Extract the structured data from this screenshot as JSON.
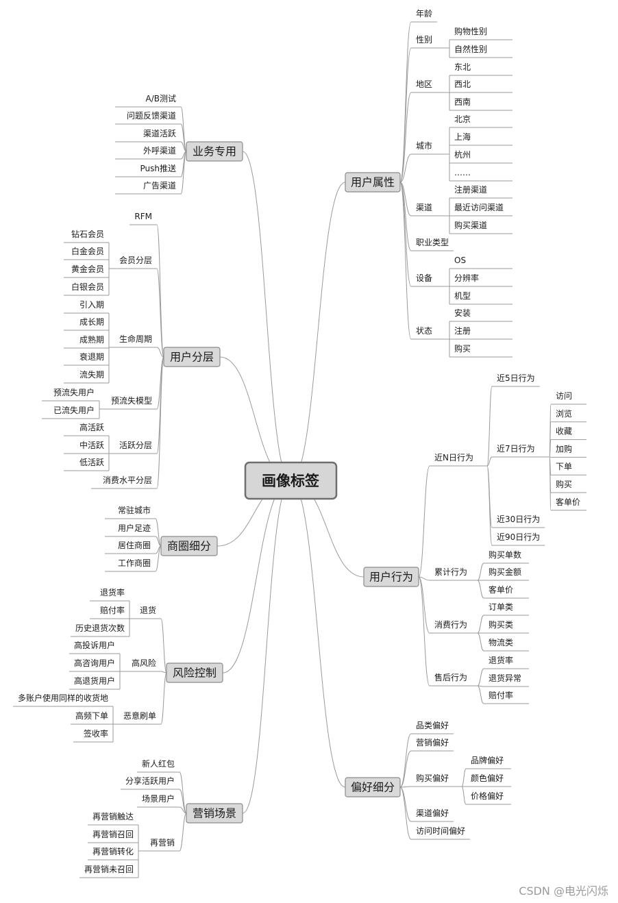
{
  "title": "画像标签",
  "watermark": "CSDN @电光闪烁",
  "branches": {
    "user_attr": {
      "label": "用户属性",
      "children": [
        {
          "label": "年龄",
          "children": []
        },
        {
          "label": "性别",
          "children": [
            {
              "label": "购物性别"
            },
            {
              "label": "自然性别"
            }
          ]
        },
        {
          "label": "地区",
          "children": [
            {
              "label": "东北"
            },
            {
              "label": "西北"
            },
            {
              "label": "西南"
            }
          ]
        },
        {
          "label": "城市",
          "children": [
            {
              "label": "北京"
            },
            {
              "label": "上海"
            },
            {
              "label": "杭州"
            },
            {
              "label": "……"
            }
          ]
        },
        {
          "label": "渠道",
          "children": [
            {
              "label": "注册渠道"
            },
            {
              "label": "最近访问渠道"
            },
            {
              "label": "购买渠道"
            }
          ]
        },
        {
          "label": "职业类型",
          "children": []
        },
        {
          "label": "设备",
          "children": [
            {
              "label": "OS"
            },
            {
              "label": "分辨率"
            },
            {
              "label": "机型"
            }
          ]
        },
        {
          "label": "状态",
          "children": [
            {
              "label": "安装"
            },
            {
              "label": "注册"
            },
            {
              "label": "购买"
            }
          ]
        }
      ]
    },
    "user_behavior": {
      "label": "用户行为",
      "children": [
        {
          "label": "近N日行为",
          "children": [
            {
              "label": "近5日行为",
              "children": []
            },
            {
              "label": "近7日行为",
              "children": [
                {
                  "label": "访问"
                },
                {
                  "label": "浏览"
                },
                {
                  "label": "收藏"
                },
                {
                  "label": "加购"
                },
                {
                  "label": "下单"
                },
                {
                  "label": "购买"
                },
                {
                  "label": "客单价"
                }
              ]
            },
            {
              "label": "近30日行为",
              "children": []
            },
            {
              "label": "近90日行为",
              "children": []
            }
          ]
        },
        {
          "label": "累计行为",
          "children": [
            {
              "label": "购买单数"
            },
            {
              "label": "购买金额"
            },
            {
              "label": "客单价"
            }
          ]
        },
        {
          "label": "消费行为",
          "children": [
            {
              "label": "订单类"
            },
            {
              "label": "购买类"
            },
            {
              "label": "物流类"
            }
          ]
        },
        {
          "label": "售后行为",
          "children": [
            {
              "label": "退货率"
            },
            {
              "label": "退货异常"
            },
            {
              "label": "赔付率"
            }
          ]
        }
      ]
    },
    "preference": {
      "label": "偏好细分",
      "children": [
        {
          "label": "品类偏好",
          "children": []
        },
        {
          "label": "营销偏好",
          "children": []
        },
        {
          "label": "购买偏好",
          "children": [
            {
              "label": "品牌偏好"
            },
            {
              "label": "颜色偏好"
            },
            {
              "label": "价格偏好"
            }
          ]
        },
        {
          "label": "渠道偏好",
          "children": []
        },
        {
          "label": "访问时间偏好",
          "children": []
        }
      ]
    },
    "business": {
      "label": "业务专用",
      "children": [
        {
          "label": "A/B测试"
        },
        {
          "label": "问题反馈渠道"
        },
        {
          "label": "渠道活跃"
        },
        {
          "label": "外呼渠道"
        },
        {
          "label": "Push推送"
        },
        {
          "label": "广告渠道"
        }
      ]
    },
    "user_layer": {
      "label": "用户分层",
      "children": [
        {
          "label": "RFM",
          "children": []
        },
        {
          "label": "会员分层",
          "children": [
            {
              "label": "钻石会员"
            },
            {
              "label": "白金会员"
            },
            {
              "label": "黄金会员"
            },
            {
              "label": "白银会员"
            }
          ]
        },
        {
          "label": "生命周期",
          "children": [
            {
              "label": "引入期"
            },
            {
              "label": "成长期"
            },
            {
              "label": "成熟期"
            },
            {
              "label": "衰退期"
            },
            {
              "label": "流失期"
            }
          ]
        },
        {
          "label": "预流失模型",
          "children": [
            {
              "label": "预流失用户"
            },
            {
              "label": "已流失用户"
            }
          ]
        },
        {
          "label": "活跃分层",
          "children": [
            {
              "label": "高活跃"
            },
            {
              "label": "中活跃"
            },
            {
              "label": "低活跃"
            }
          ]
        },
        {
          "label": "消费水平分层",
          "children": []
        }
      ]
    },
    "business_circle": {
      "label": "商圈细分",
      "children": [
        {
          "label": "常驻城市"
        },
        {
          "label": "用户足迹"
        },
        {
          "label": "居住商圈"
        },
        {
          "label": "工作商圈"
        }
      ]
    },
    "risk": {
      "label": "风险控制",
      "children": [
        {
          "label": "退货",
          "children": [
            {
              "label": "退货率"
            },
            {
              "label": "赔付率"
            },
            {
              "label": "历史退货次数"
            }
          ]
        },
        {
          "label": "高风险",
          "children": [
            {
              "label": "高投诉用户"
            },
            {
              "label": "高咨询用户"
            },
            {
              "label": "高退货用户"
            }
          ]
        },
        {
          "label": "恶意刷单",
          "children": [
            {
              "label": "多账户使用同样的收货地"
            },
            {
              "label": "高频下单"
            },
            {
              "label": "签收率"
            }
          ]
        }
      ]
    },
    "marketing": {
      "label": "营销场景",
      "children": [
        {
          "label": "新人红包",
          "children": []
        },
        {
          "label": "分享活跃用户",
          "children": []
        },
        {
          "label": "场景用户",
          "children": []
        },
        {
          "label": "再营销",
          "children": [
            {
              "label": "再营销触达"
            },
            {
              "label": "再营销召回"
            },
            {
              "label": "再营销转化"
            },
            {
              "label": "再营销未召回"
            }
          ]
        }
      ]
    }
  }
}
